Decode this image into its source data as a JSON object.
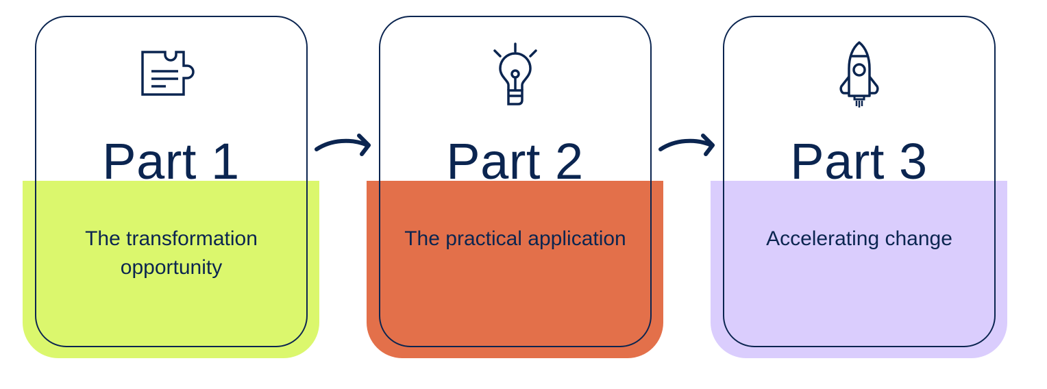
{
  "steps": [
    {
      "title": "Part 1",
      "description": "The transformation opportunity",
      "icon": "puzzle-document-icon",
      "color": "#dbf76d"
    },
    {
      "title": "Part 2",
      "description": "The practical application",
      "icon": "lightbulb-icon",
      "color": "#e3704a"
    },
    {
      "title": "Part 3",
      "description": "Accelerating change",
      "icon": "rocket-icon",
      "color": "#dacdfd"
    }
  ],
  "connectors": [
    {
      "icon": "arrow-right-icon"
    },
    {
      "icon": "arrow-right-icon"
    }
  ],
  "colors": {
    "ink": "#0b2550",
    "background": "#ffffff"
  }
}
